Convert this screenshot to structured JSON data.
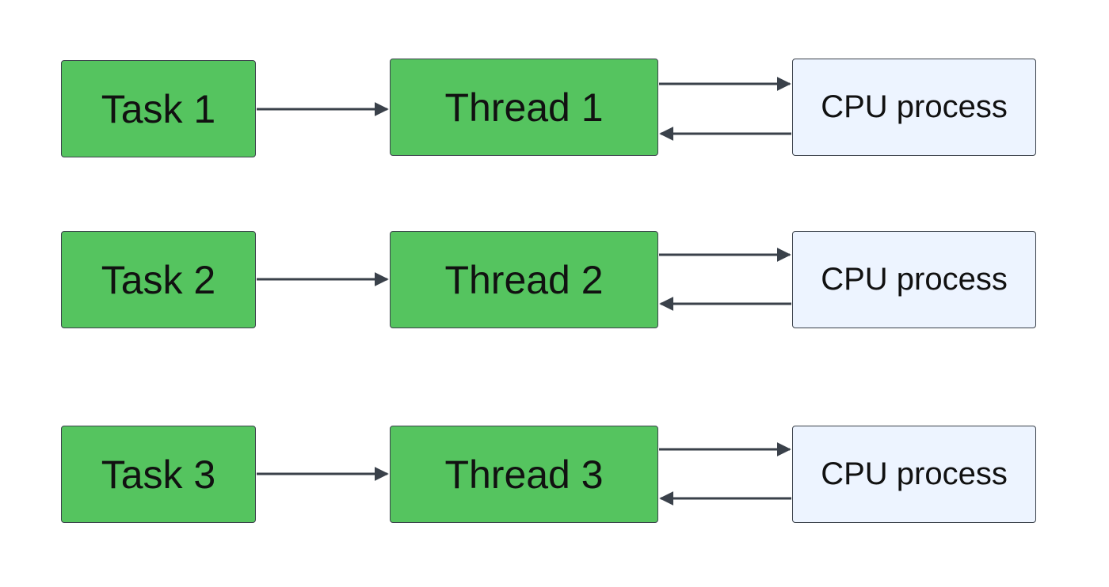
{
  "rows": [
    {
      "task": "Task 1",
      "thread": "Thread 1",
      "process": "CPU process"
    },
    {
      "task": "Task 2",
      "thread": "Thread 2",
      "process": "CPU process"
    },
    {
      "task": "Task 3",
      "thread": "Thread 3",
      "process": "CPU process"
    }
  ],
  "colors": {
    "task_fill": "#55c45f",
    "thread_fill": "#55c45f",
    "process_fill": "#edf4ff",
    "stroke": "#3a414a"
  }
}
